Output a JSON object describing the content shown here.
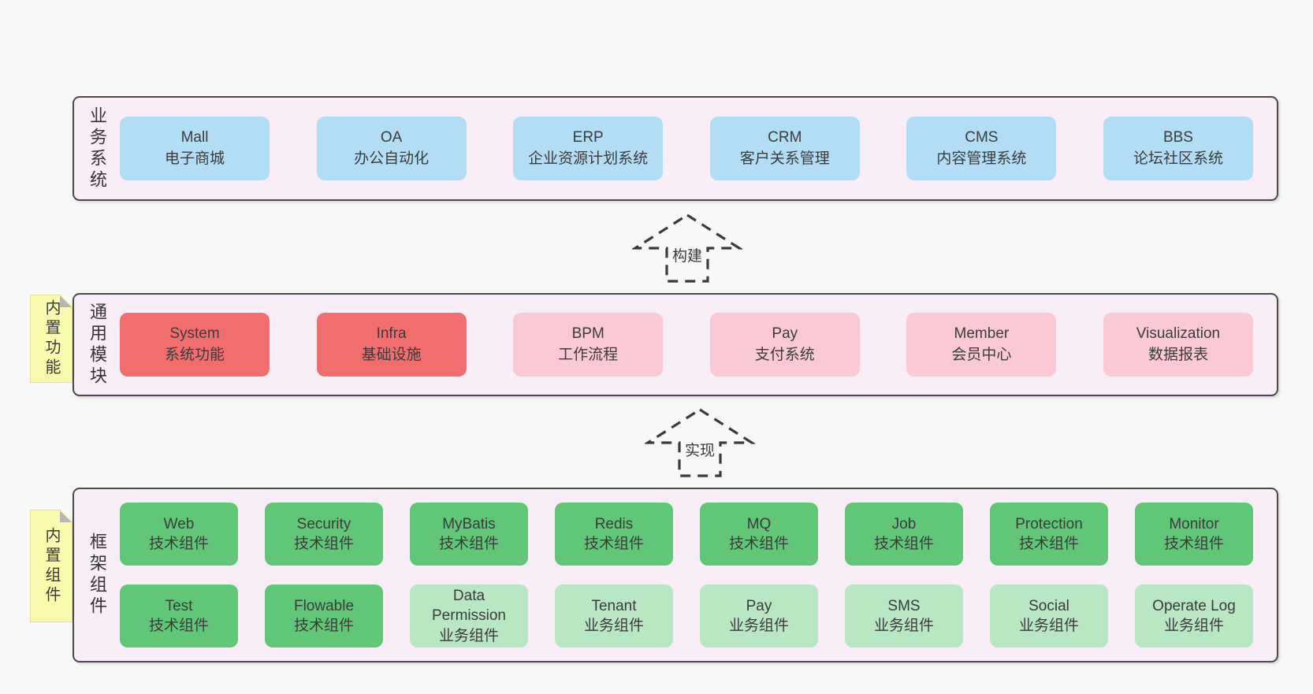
{
  "colors": {
    "page_bg": "#f8f8f8",
    "panel_bg": "#f9eef7",
    "panel_border": "#4a4a4a",
    "text": "#3b3b3b",
    "blue": "#b3ddf4",
    "red": "#f26d6d",
    "pink": "#fbc9d3",
    "green": "#62c678",
    "light_green": "#b9e6c3",
    "tag_bg": "#fbfbb0",
    "tag_fold": "#b7b7b7",
    "arrow_line": "#3a3a3a"
  },
  "arrows": [
    {
      "label": "构建"
    },
    {
      "label": "实现"
    }
  ],
  "panels": [
    {
      "title": "业务系统",
      "rows": [
        [
          {
            "name": "Mall",
            "desc": "电子商城",
            "tone": "blue"
          },
          {
            "name": "OA",
            "desc": "办公自动化",
            "tone": "blue"
          },
          {
            "name": "ERP",
            "desc": "企业资源计划系统",
            "tone": "blue"
          },
          {
            "name": "CRM",
            "desc": "客户关系管理",
            "tone": "blue"
          },
          {
            "name": "CMS",
            "desc": "内容管理系统",
            "tone": "blue"
          },
          {
            "name": "BBS",
            "desc": "论坛社区系统",
            "tone": "blue"
          }
        ]
      ]
    },
    {
      "title": "通用模块",
      "tag": "内置功能",
      "rows": [
        [
          {
            "name": "System",
            "desc": "系统功能",
            "tone": "red"
          },
          {
            "name": "Infra",
            "desc": "基础设施",
            "tone": "red"
          },
          {
            "name": "BPM",
            "desc": "工作流程",
            "tone": "pink"
          },
          {
            "name": "Pay",
            "desc": "支付系统",
            "tone": "pink"
          },
          {
            "name": "Member",
            "desc": "会员中心",
            "tone": "pink"
          },
          {
            "name": "Visualization",
            "desc": "数据报表",
            "tone": "pink"
          }
        ]
      ]
    },
    {
      "title": "框架组件",
      "tag": "内置组件",
      "rows": [
        [
          {
            "name": "Web",
            "desc": "技术组件",
            "tone": "green"
          },
          {
            "name": "Security",
            "desc": "技术组件",
            "tone": "green"
          },
          {
            "name": "MyBatis",
            "desc": "技术组件",
            "tone": "green"
          },
          {
            "name": "Redis",
            "desc": "技术组件",
            "tone": "green"
          },
          {
            "name": "MQ",
            "desc": "技术组件",
            "tone": "green"
          },
          {
            "name": "Job",
            "desc": "技术组件",
            "tone": "green"
          },
          {
            "name": "Protection",
            "desc": "技术组件",
            "tone": "green"
          },
          {
            "name": "Monitor",
            "desc": "技术组件",
            "tone": "green"
          }
        ],
        [
          {
            "name": "Test",
            "desc": "技术组件",
            "tone": "green"
          },
          {
            "name": "Flowable",
            "desc": "技术组件",
            "tone": "green"
          },
          {
            "name": "Data Permission",
            "desc": "业务组件",
            "tone": "light_green"
          },
          {
            "name": "Tenant",
            "desc": "业务组件",
            "tone": "light_green"
          },
          {
            "name": "Pay",
            "desc": "业务组件",
            "tone": "light_green"
          },
          {
            "name": "SMS",
            "desc": "业务组件",
            "tone": "light_green"
          },
          {
            "name": "Social",
            "desc": "业务组件",
            "tone": "light_green"
          },
          {
            "name": "Operate Log",
            "desc": "业务组件",
            "tone": "light_green"
          }
        ]
      ]
    }
  ]
}
